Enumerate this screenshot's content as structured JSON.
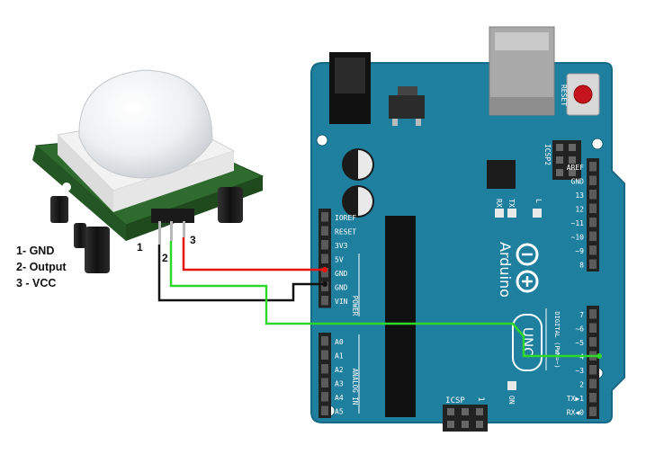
{
  "legend": {
    "items": [
      "1- GND",
      "2- Output",
      "3 - VCC"
    ]
  },
  "sensor": {
    "pin_labels": [
      "1",
      "2",
      "3"
    ]
  },
  "board": {
    "brand": "Arduino",
    "model": "UNO",
    "reset_label": "RESET",
    "icsp2_label": "ICSP2",
    "icsp_label": "ICSP",
    "icsp_pin_one": "1",
    "led_labels": {
      "rx": "RX",
      "tx": "TX",
      "l": "L",
      "on": "ON"
    },
    "power_header": {
      "labels": [
        "IOREF",
        "RESET",
        "3V3",
        "5V",
        "GND",
        "GND",
        "VIN"
      ],
      "group_label": "POWER"
    },
    "analog_header": {
      "labels": [
        "A0",
        "A1",
        "A2",
        "A3",
        "A4",
        "A5"
      ],
      "group_label": "ANALOG IN"
    },
    "digital_top_header": {
      "labels": [
        "AREF",
        "GND",
        "13",
        "12",
        "~11",
        "~10",
        "~9",
        "8"
      ]
    },
    "digital_bottom_header": {
      "labels": [
        "7",
        "~6",
        "~5",
        "4",
        "~3",
        "2",
        "TX▶1",
        "RX◀0"
      ],
      "group_label": "DIGITAL (PWM=~)"
    }
  },
  "colors": {
    "board": "#1f7f9e",
    "board_edge": "#176986",
    "wire_vcc": "#e8140c",
    "wire_gnd": "#111111",
    "wire_out": "#2ed82b",
    "header": "#222222"
  }
}
